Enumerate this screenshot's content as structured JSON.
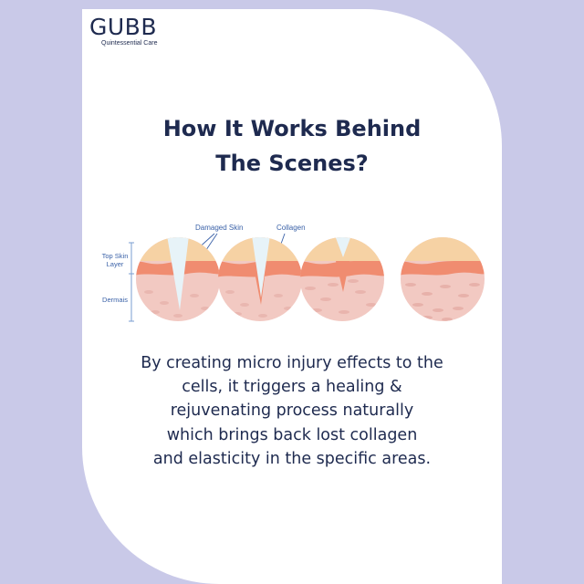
{
  "brand": {
    "name": "GUBB",
    "tagline": "Quintessential Care"
  },
  "heading": {
    "line1": "How It Works Behind",
    "line2": "The Scenes?"
  },
  "diagram": {
    "label_damaged_skin": "Damaged Skin",
    "label_collagen": "Collagen",
    "label_top_skin": "Top Skin",
    "label_layer": "Layer",
    "label_dermis": "Dermais",
    "colors": {
      "top_layer": "#f6d2a4",
      "mid_layer": "#f08c70",
      "dermis": "#f2c9c2",
      "needle": "#e7f3f8",
      "label": "#3b62a8"
    }
  },
  "description": {
    "lines": [
      "By creating micro injury effects to the",
      "cells, it triggers a healing &",
      "rejuvenating process naturally",
      "which brings back lost collagen",
      "and elasticity in the specific areas."
    ]
  },
  "colors": {
    "background": "#c9c9e8",
    "card": "#ffffff",
    "text": "#1e2a4f"
  }
}
